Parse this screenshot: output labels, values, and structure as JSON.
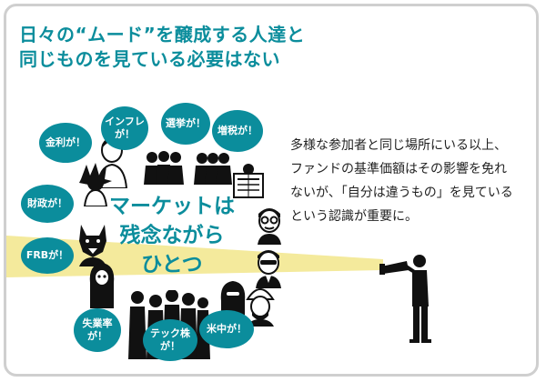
{
  "headline": {
    "line1": "日々の“ムード”を醸成する人達と",
    "line2": "同じものを見ている必要はない"
  },
  "body": {
    "line1": "多様な参加者と同じ場所にいる以上、",
    "line2": "ファンドの基準価額はその影響を免れ",
    "line3": "ないが、「自分は違うもの」を見ている",
    "line4": "という認識が重要に。"
  },
  "center": {
    "line1": "マーケットは",
    "line2": "残念ながら",
    "line3": "ひとつ"
  },
  "bubbles": {
    "kinri": "金利が！",
    "infure1": "インフレ",
    "infure2": "が！",
    "senkyo": "選挙が！",
    "zouzei": "増税が！",
    "zaisei": "財政が！",
    "frb": "FRBが！",
    "shitsugyo1": "失業率",
    "shitsugyo2": "が！",
    "tech1": "テック株",
    "tech2": "が！",
    "beichu": "米中が！"
  },
  "colors": {
    "accent": "#0b8d9c",
    "beam": "#f4ea9c",
    "text": "#222222",
    "figure": "#111111"
  }
}
